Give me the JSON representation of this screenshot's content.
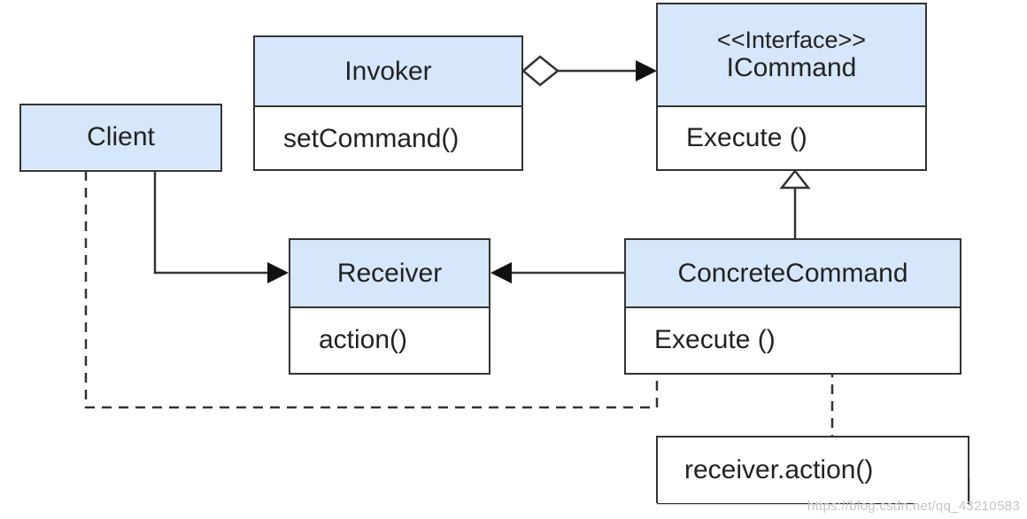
{
  "classes": {
    "invoker": {
      "name": "Invoker",
      "methods": [
        "setCommand()"
      ]
    },
    "icommand": {
      "stereotype": "<<Interface>>",
      "name": "ICommand",
      "methods": [
        "Execute ()"
      ]
    },
    "client": {
      "name": "Client"
    },
    "receiver": {
      "name": "Receiver",
      "methods": [
        "action()"
      ]
    },
    "concrete_command": {
      "name": "ConcreteCommand",
      "methods": [
        "Execute ()"
      ]
    }
  },
  "note": {
    "text": "receiver.action()"
  },
  "watermark": "https://blog.csdn.net/qq_43210583",
  "colors": {
    "header_fill": "#d6e7fb",
    "line": "#333333"
  }
}
